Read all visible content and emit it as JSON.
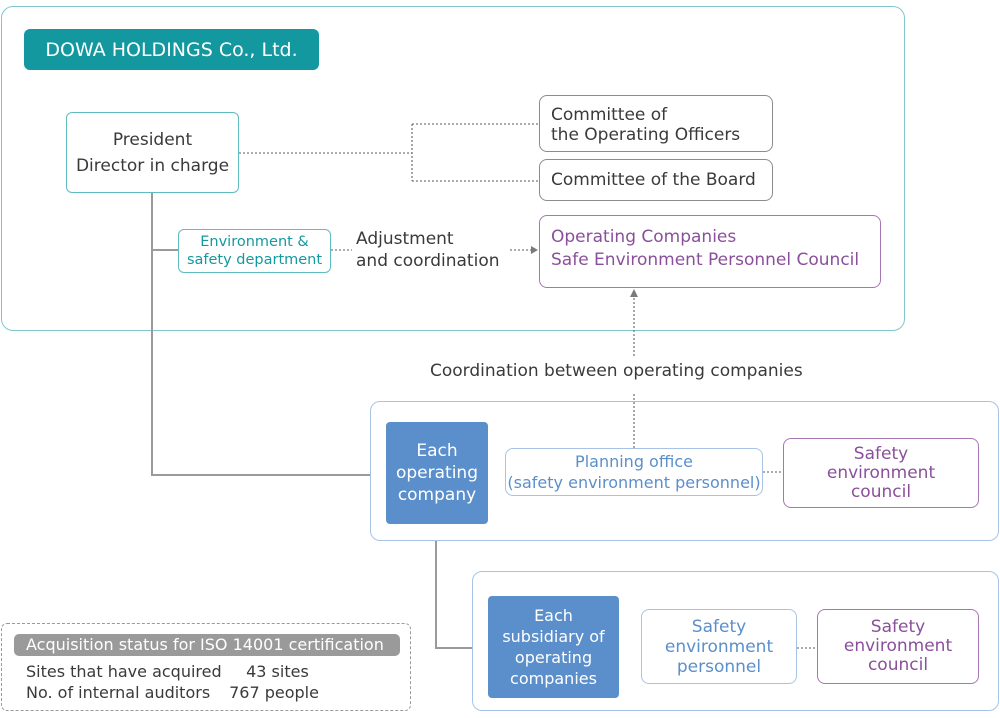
{
  "company_title": "DOWA HOLDINGS Co., Ltd.",
  "president_box": "President\nDirector in charge",
  "committee_officers": "Committee of\nthe Operating Officers",
  "committee_board": "Committee of the Board",
  "env_safety_dept": "Environment &\nsafety department",
  "adjustment_label": "Adjustment\nand coordination",
  "operating_council": "Operating Companies\nSafe Environment Personnel Council",
  "coordination_label": "Coordination between operating companies",
  "each_operating_company": "Each\noperating\ncompany",
  "planning_office": "Planning office\n(safety environment personnel)",
  "safety_council_1": "Safety\nenvironment\ncouncil",
  "each_subsidiary": "Each\nsubsidiary of\noperating\ncompanies",
  "safety_personnel": "Safety\nenvironment\npersonnel",
  "safety_council_2": "Safety\nenvironment\ncouncil",
  "iso": {
    "header": "Acquisition status for ISO 14001 certification",
    "rows": [
      {
        "label": "Sites that have acquired",
        "value": "43 sites"
      },
      {
        "label": "No. of internal auditors",
        "value": "767 people"
      }
    ]
  },
  "colors": {
    "teal": "#12989e",
    "blue_fill": "#5b8fcb",
    "purple": "#8a4f9b",
    "line_gray": "#9a9a9a"
  }
}
